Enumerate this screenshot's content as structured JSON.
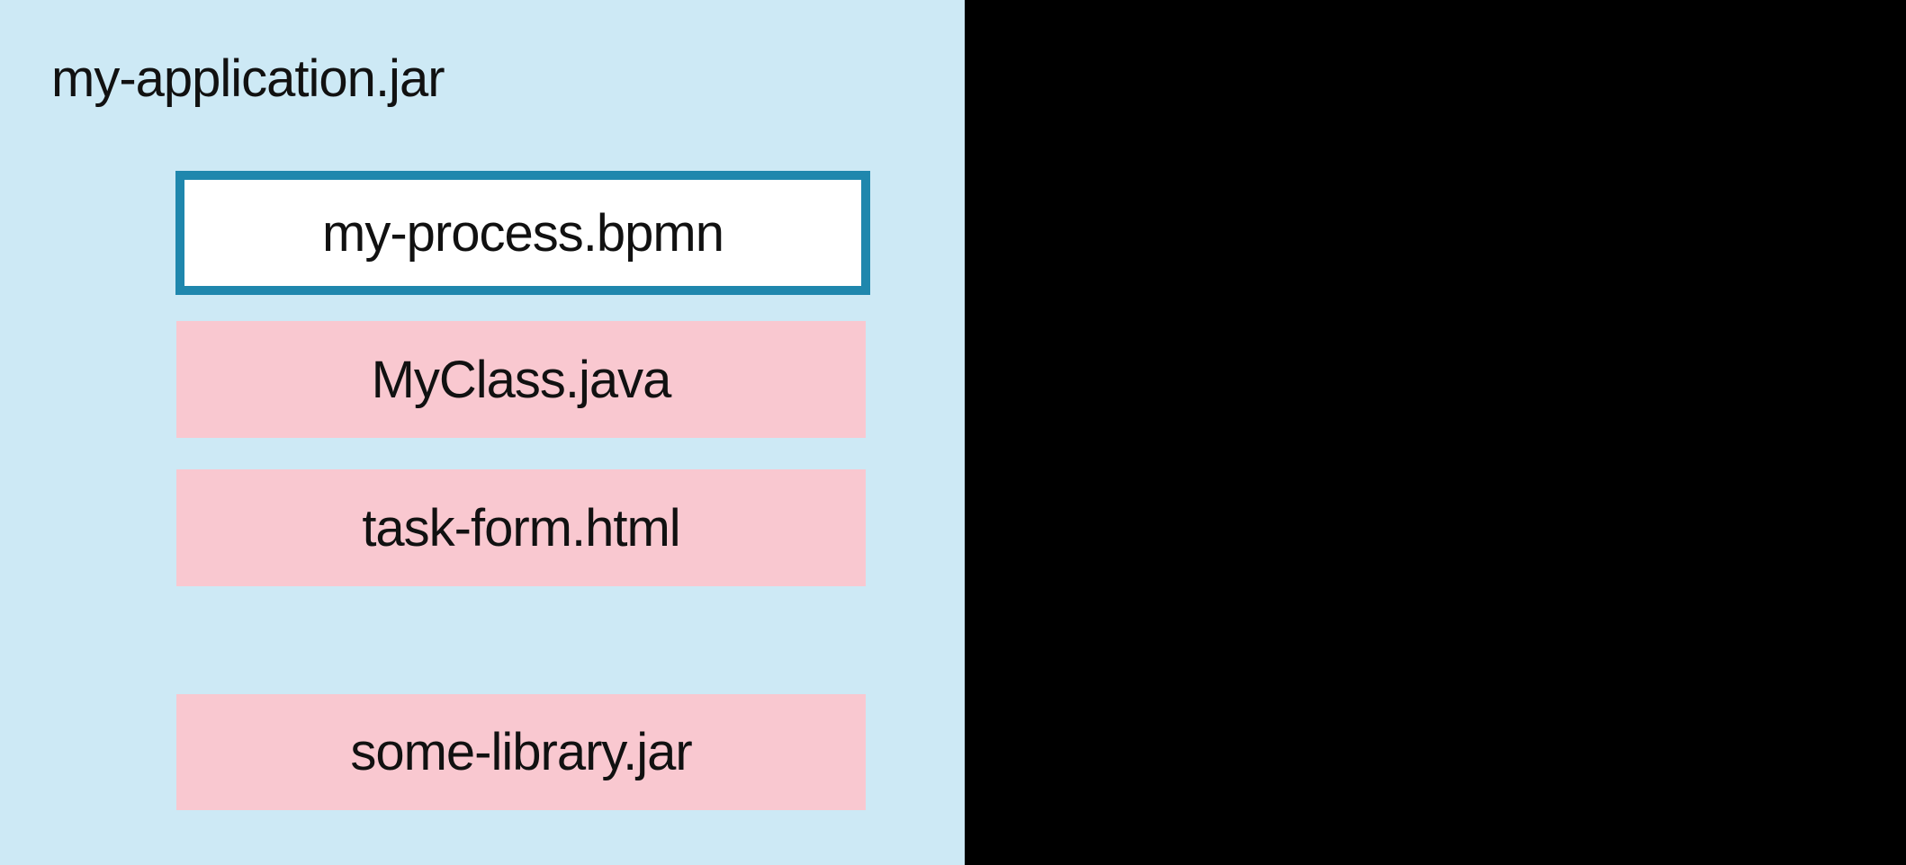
{
  "diagram": {
    "container_label": "my-application.jar",
    "process_file": {
      "label": "my-process.bpmn"
    },
    "resources": [
      {
        "label": "MyClass.java"
      },
      {
        "label": "task-form.html"
      },
      {
        "label": "some-library.jar"
      }
    ]
  },
  "colors": {
    "container_background": "#cde9f5",
    "resource_box_pink": "#f9c8d0",
    "highlight_border_teal": "#1f87ad",
    "highlight_fill": "#ffffff",
    "text": "#111111",
    "right_filler": "#000000"
  }
}
